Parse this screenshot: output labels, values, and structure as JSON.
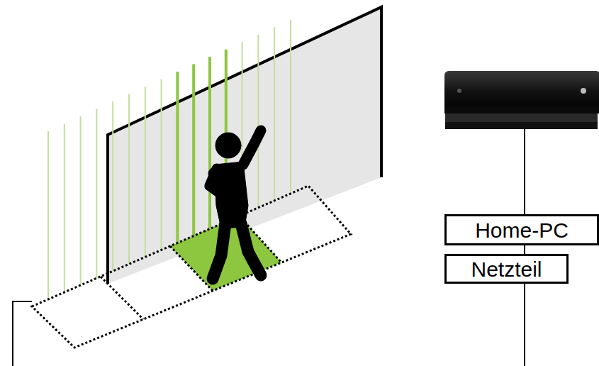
{
  "diagram": {
    "nodes": [
      {
        "text": [
          "Home-PC"
        ]
      },
      {
        "text": [
          "Netzteil"
        ]
      }
    ],
    "edges": [
      {
        "from": 0,
        "to": 1,
        "arrow": "none"
      }
    ]
  }
}
